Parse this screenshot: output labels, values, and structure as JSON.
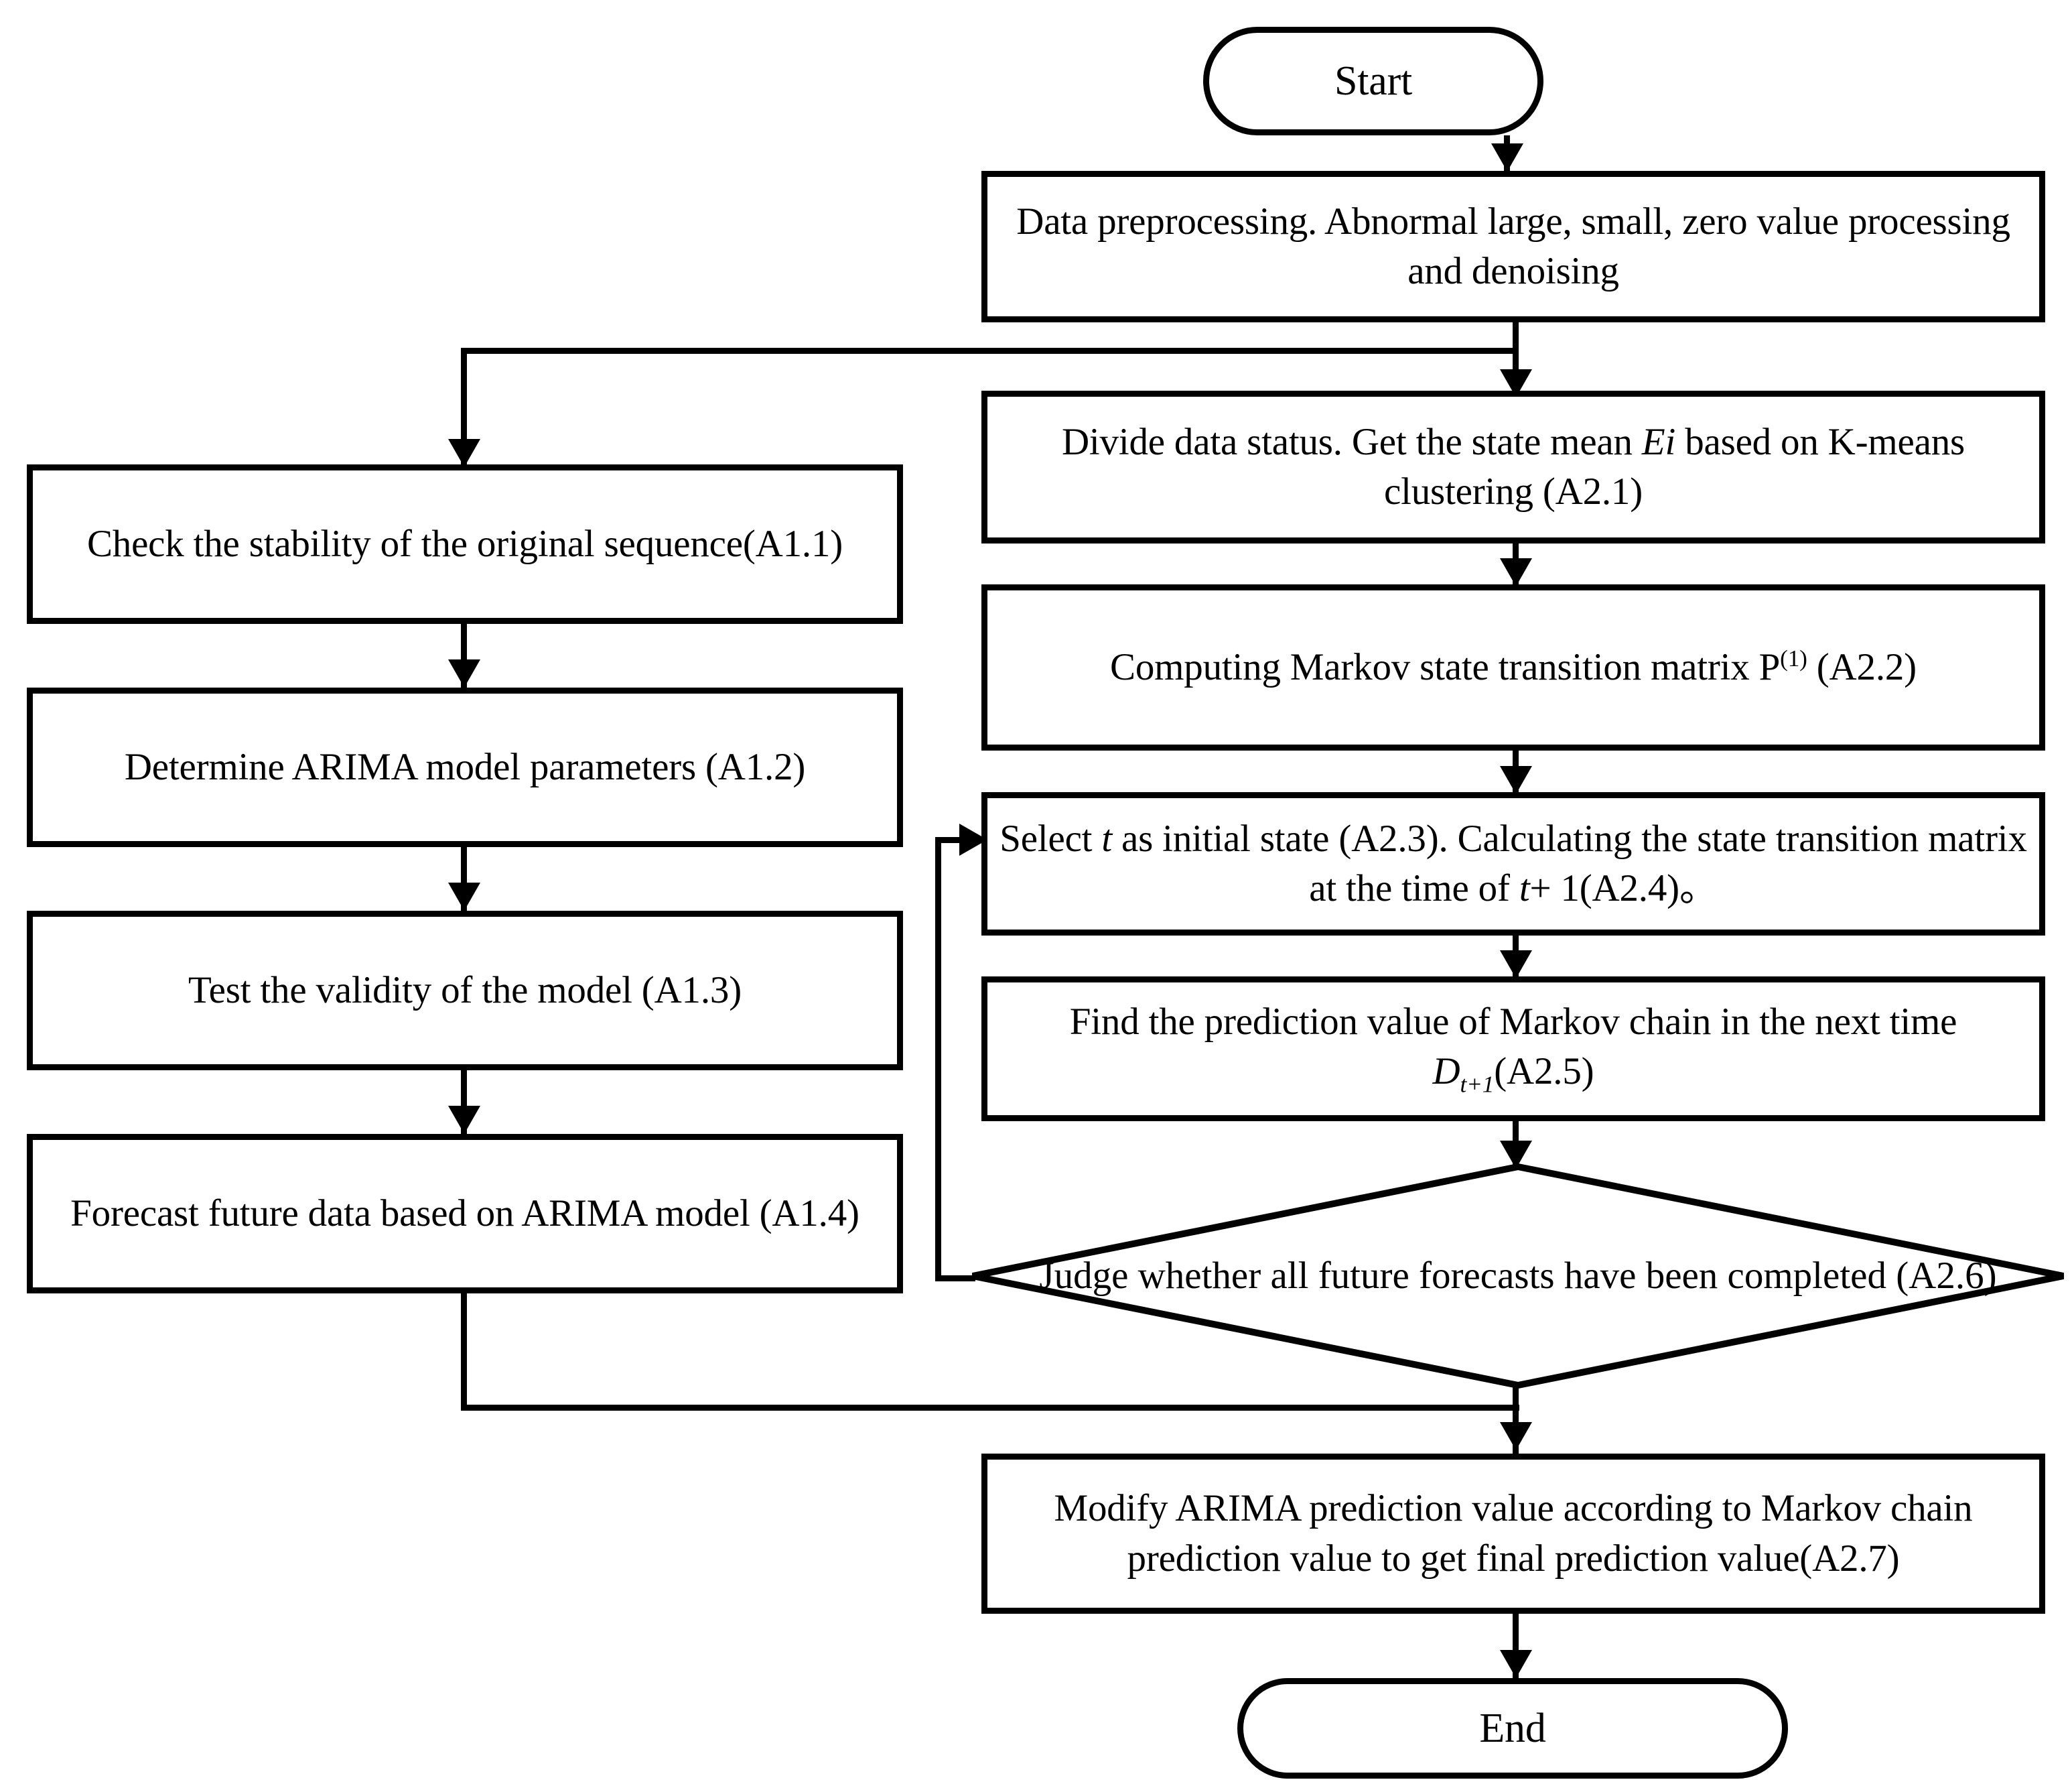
{
  "diagram": {
    "title": "ARIMA and Markov chain combined forecasting flowchart",
    "colors": {
      "stroke": "#000000",
      "fill": "#ffffff",
      "background": "#ffffff"
    },
    "nodes": {
      "start": {
        "label": "Start",
        "shape": "terminator"
      },
      "preprocessing": {
        "label": "Data preprocessing. Abnormal large, small, zero value processing and denoising",
        "shape": "process"
      },
      "a1_1": {
        "label": "Check the stability of the original sequence(A1.1)",
        "shape": "process",
        "step": "A1.1"
      },
      "a1_2": {
        "label": "Determine ARIMA model parameters (A1.2)",
        "shape": "process",
        "step": "A1.2"
      },
      "a1_3": {
        "label": "Test the validity of the model (A1.3)",
        "shape": "process",
        "step": "A1.3"
      },
      "a1_4": {
        "label": "Forecast future data based on ARIMA model (A1.4)",
        "shape": "process",
        "step": "A1.4"
      },
      "a2_1": {
        "label_part1": "Divide data status. Get the state mean ",
        "label_italic": "Ei",
        "label_part2": " based on K-means clustering  (A2.1)",
        "shape": "process",
        "step": "A2.1"
      },
      "a2_2": {
        "label_part1": "Computing Markov state transition matrix P",
        "label_sup": "(1)",
        "label_part2": " (A2.2)",
        "shape": "process",
        "step": "A2.2"
      },
      "a2_3": {
        "label_part1": "Select ",
        "label_italic1": "t",
        "label_part2": " as initial state (A2.3). Calculating the state transition matrix at the time of  ",
        "label_italic2": "t",
        "label_part3": "+ 1(A2.4)。",
        "shape": "process",
        "step": "A2.3 / A2.4"
      },
      "a2_5": {
        "label_part1": "Find the prediction value of Markov chain in the next time  ",
        "label_italic": "D",
        "label_sub": "t+1",
        "label_part2": "(A2.5)",
        "shape": "process",
        "step": "A2.5"
      },
      "a2_6": {
        "label": "Judge whether all future forecasts have been completed (A2.6)",
        "shape": "decision",
        "step": "A2.6"
      },
      "a2_7": {
        "label": "Modify ARIMA prediction value according to Markov chain prediction value to get final prediction value(A2.7)",
        "shape": "process",
        "step": "A2.7"
      },
      "end": {
        "label": "End",
        "shape": "terminator"
      }
    }
  }
}
